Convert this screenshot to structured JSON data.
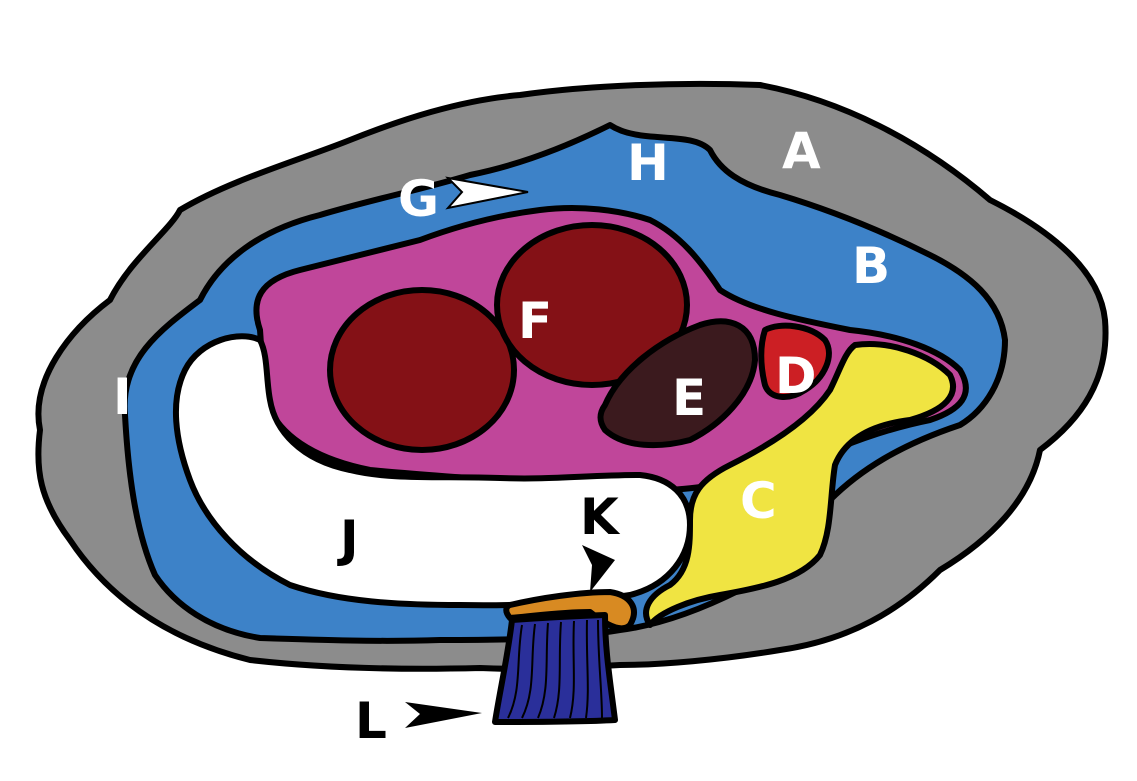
{
  "labels": {
    "A": "A",
    "B": "B",
    "C": "C",
    "D": "D",
    "E": "E",
    "F": "F",
    "G": "G",
    "H": "H",
    "I": "I",
    "J": "J",
    "K": "K",
    "L": "L"
  },
  "colors": {
    "background": "#ffffff",
    "outline": "#000000",
    "region_A": "#8c8c8c",
    "region_B": "#3d82c8",
    "region_pink": "#c0469a",
    "region_F": "#841116",
    "region_E": "#3b1a1e",
    "region_D": "#cc1f24",
    "region_C": "#f0e442",
    "region_J": "#ffffff",
    "region_orange": "#d88a22",
    "region_L": "#2a2f9a",
    "label_light": "#ffffff",
    "label_dark": "#000000"
  }
}
